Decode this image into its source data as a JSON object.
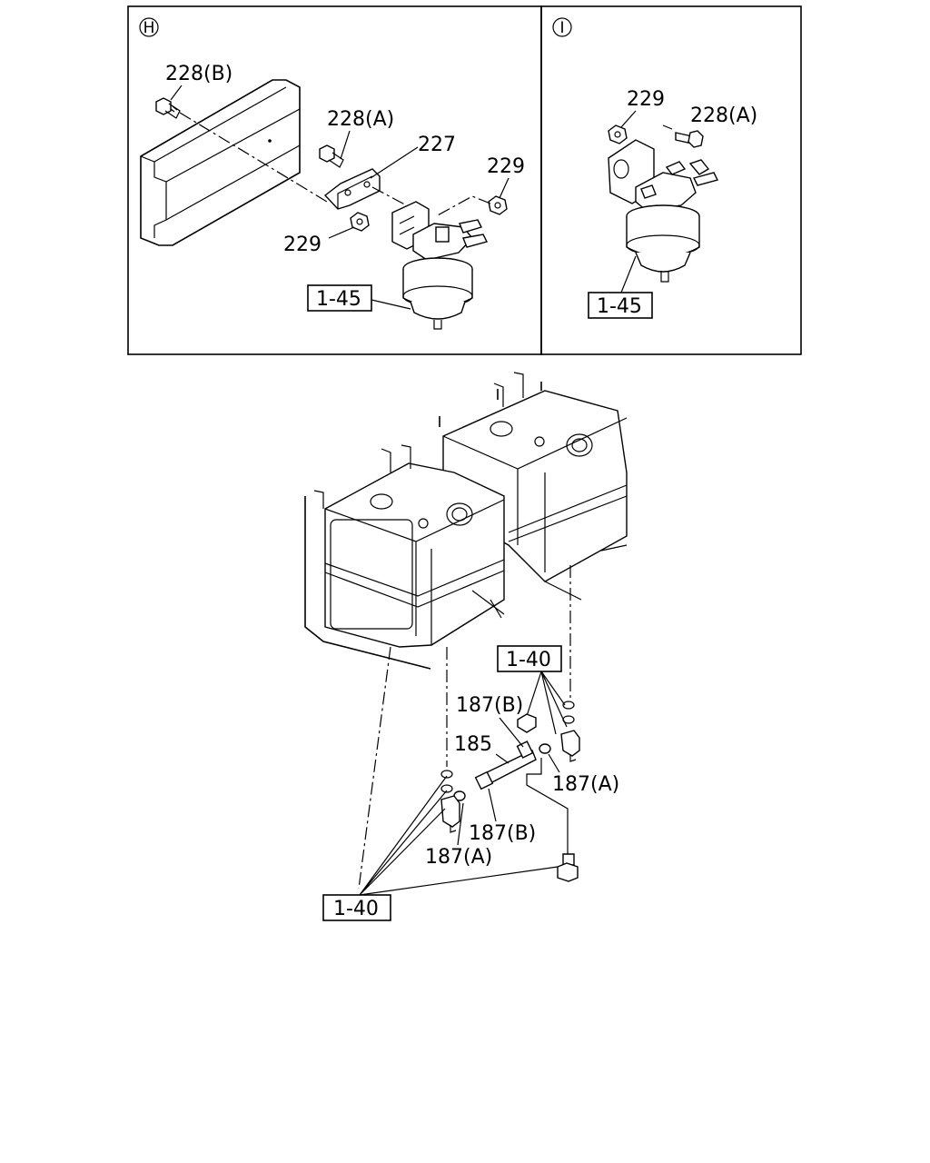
{
  "views": {
    "h": {
      "marker": "H"
    },
    "i": {
      "marker": "I"
    }
  },
  "labels": {
    "h_228b": "228(B)",
    "h_228a": "228(A)",
    "h_227": "227",
    "h_229_right": "229",
    "h_229_left": "229",
    "h_ref_145": "1-45",
    "i_229": "229",
    "i_228a": "228(A)",
    "i_ref_145": "1-45",
    "m_ref_140_top": "1-40",
    "m_187b_upper": "187(B)",
    "m_185": "185",
    "m_187a_right": "187(A)",
    "m_187b_lower": "187(B)",
    "m_187a_left": "187(A)",
    "m_ref_140_bottom": "1-40"
  }
}
